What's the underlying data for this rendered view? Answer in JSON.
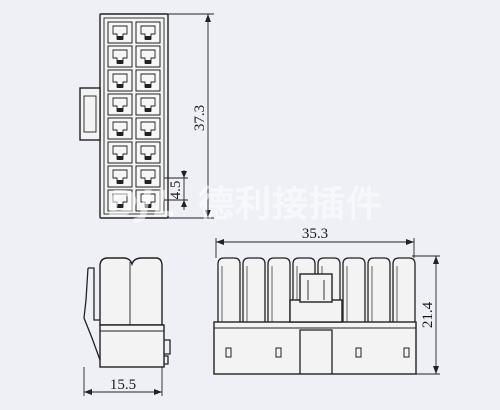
{
  "dimensions": {
    "top_height": "37.3",
    "top_pitch": "4.5",
    "front_width": "35.3",
    "front_height": "21.4",
    "side_width": "15.5"
  },
  "watermark": {
    "logo_text": "DJL",
    "chinese_text": "德利接插件"
  },
  "colors": {
    "background": "#eef0f6",
    "line": "#222222",
    "watermark": "#ffffff"
  }
}
